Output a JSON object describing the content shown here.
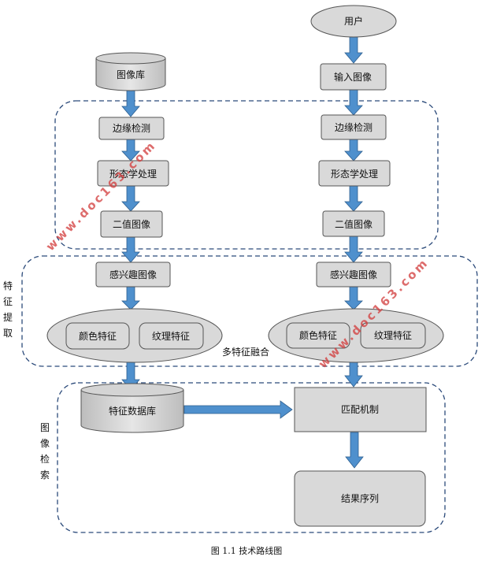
{
  "nodes": {
    "user": "用户",
    "input_image": "输入图像",
    "image_db": "图像库",
    "edge_left": "边缘检测",
    "edge_right": "边缘检测",
    "morph_left": "形态学处理",
    "morph_right": "形态学处理",
    "binary_left": "二值图像",
    "binary_right": "二值图像",
    "roi_left": "感兴趣图像",
    "roi_right": "感兴趣图像",
    "color_left": "颜色特征",
    "texture_left": "纹理特征",
    "color_right": "颜色特征",
    "texture_right": "纹理特征",
    "feature_db": "特征数据库",
    "matching": "匹配机制",
    "result": "结果序列",
    "fusion": "多特征融合"
  },
  "side_labels": {
    "feature_extraction": [
      "特",
      "征",
      "提",
      "取"
    ],
    "image_retrieval": [
      "图",
      "像",
      "检",
      "索"
    ]
  },
  "caption": "图 1.1 技术路线图",
  "watermarks": [
    "www.doc163.com",
    "www.doc163.com"
  ],
  "colors": {
    "box_fill": "#d9d9d9",
    "arrow": "#4f90cd",
    "arrow_stroke": "#2e5f8f",
    "dashed": "#2b4a7a",
    "watermark": "#d23a3a"
  }
}
